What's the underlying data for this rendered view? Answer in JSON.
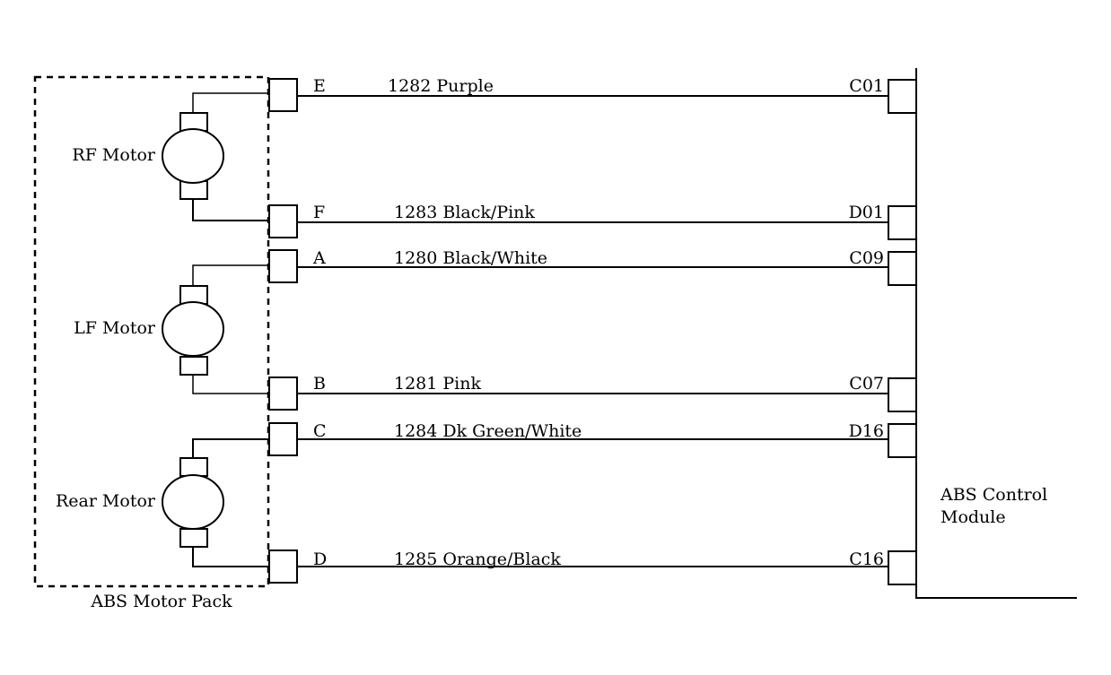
{
  "motor_pack": {
    "label": "ABS Motor Pack",
    "motors": [
      {
        "label": "RF Motor"
      },
      {
        "label": "LF Motor"
      },
      {
        "label": "Rear Motor"
      }
    ]
  },
  "control_module": {
    "label_line1": "ABS Control",
    "label_line2": "Module"
  },
  "wires": [
    {
      "pin": "E",
      "circuit": "1282 Purple",
      "terminal": "C01"
    },
    {
      "pin": "F",
      "circuit": "1283 Black/Pink",
      "terminal": "D01"
    },
    {
      "pin": "A",
      "circuit": "1280 Black/White",
      "terminal": "C09"
    },
    {
      "pin": "B",
      "circuit": "1281 Pink",
      "terminal": "C07"
    },
    {
      "pin": "C",
      "circuit": "1284 Dk Green/White",
      "terminal": "D16"
    },
    {
      "pin": "D",
      "circuit": "1285 Orange/Black",
      "terminal": "C16"
    }
  ]
}
